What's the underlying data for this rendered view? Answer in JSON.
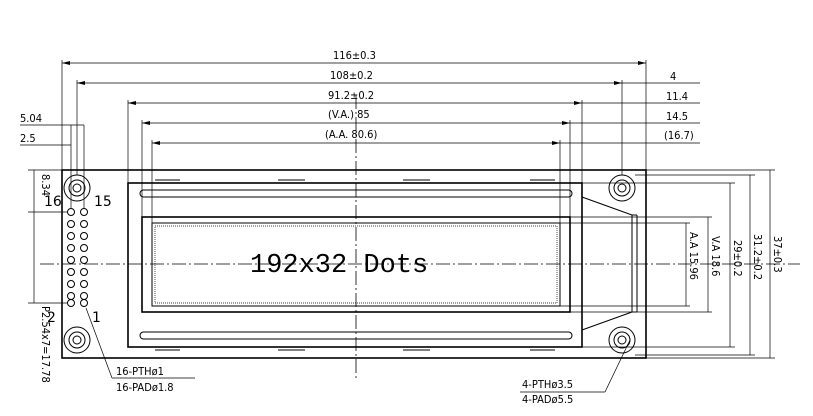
{
  "dimensions": {
    "top": {
      "overall_width": "116±0.3",
      "hole_span": "108±0.2",
      "bezel_width": "91.2±0.2",
      "view_area": "(V.A.) 85",
      "active_area": "(A.A. 80.6)"
    },
    "right_top": {
      "hole_offset": "4",
      "bezel_offset": "11.4",
      "va_offset": "14.5",
      "aa_offset": "(16.7)"
    },
    "left_top": {
      "pin1_offset": "5.04",
      "pin_row_offset": "2.5"
    },
    "left_side": {
      "pin_top_offset": "8.34",
      "pin_pitch": "P2.54x7=17.78"
    },
    "right_side": {
      "aa_height": "A.A 15.96",
      "va_height": "V.A 18.6",
      "bezel_height": "29±0.2",
      "hole_span_height": "31.2±0.2",
      "overall_height": "37±0.3"
    }
  },
  "display_text": "192x32 Dots",
  "pins": {
    "p16": "16",
    "p15": "15",
    "p2": "2",
    "p1": "1"
  },
  "notes": {
    "pth_small": "16-PTHø1",
    "pad_small": "16-PADø1.8",
    "pth_large": "4-PTHø3.5",
    "pad_large": "4-PADø5.5"
  }
}
